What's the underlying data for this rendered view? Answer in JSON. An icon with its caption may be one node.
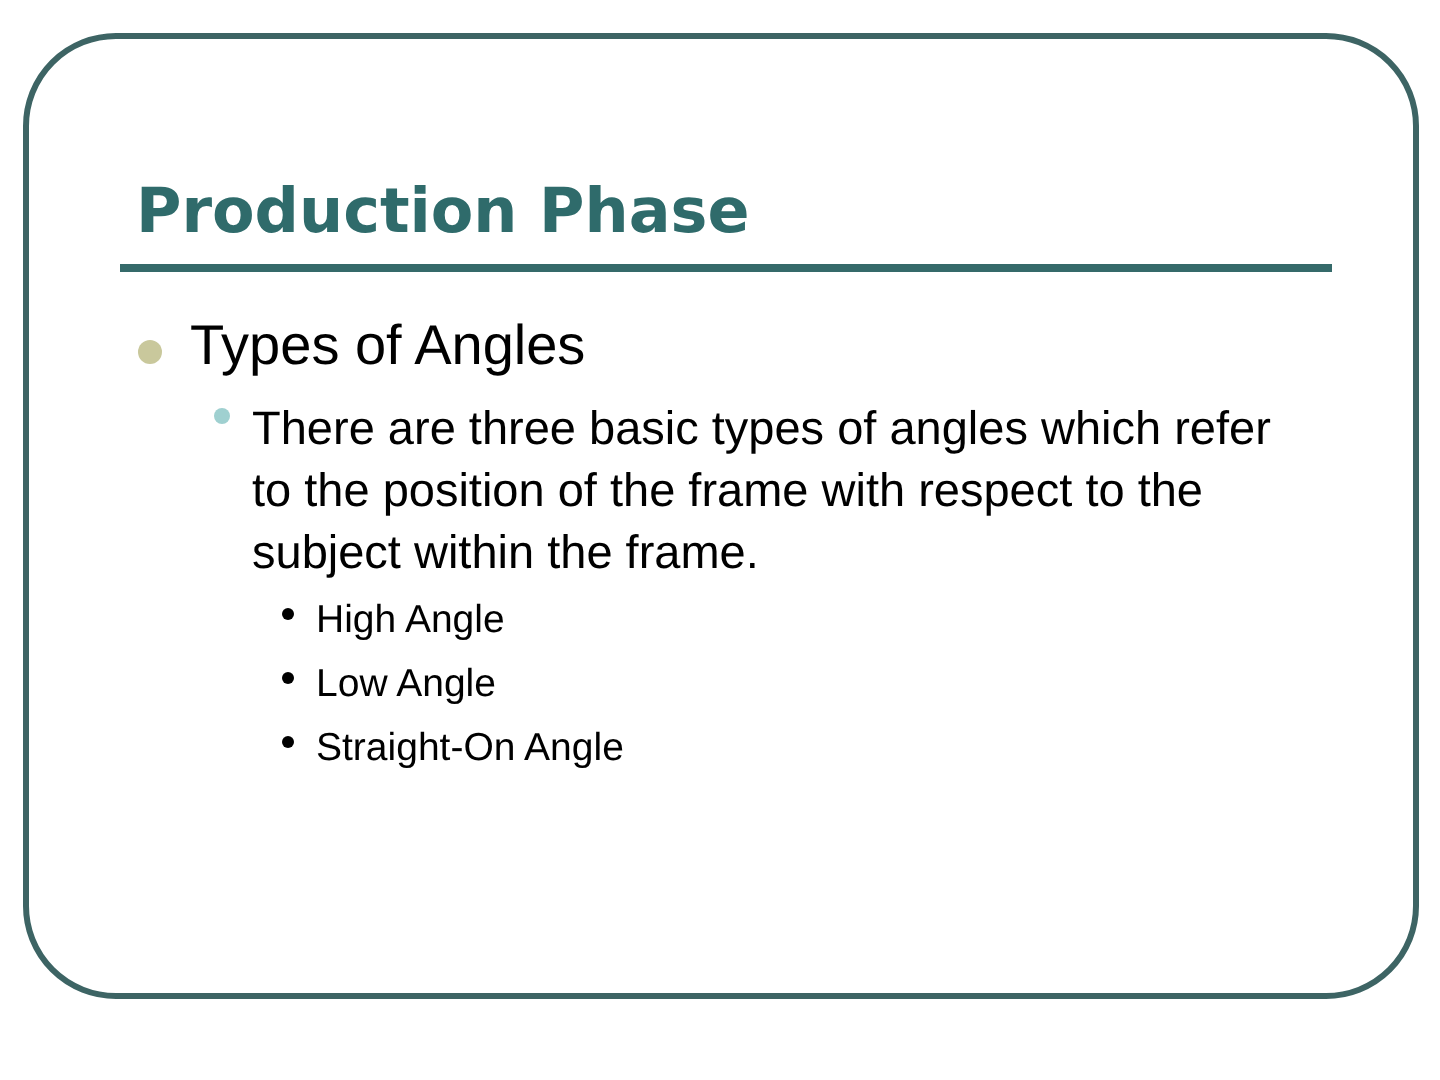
{
  "diagram": {
    "title": "Production Phase",
    "labels": [
      "Types of Angles",
      "There are three basic types of angles which refer to the position of the frame with respect to the subject within the frame.",
      "High Angle",
      "Low Angle",
      "Straight-On Angle"
    ]
  }
}
